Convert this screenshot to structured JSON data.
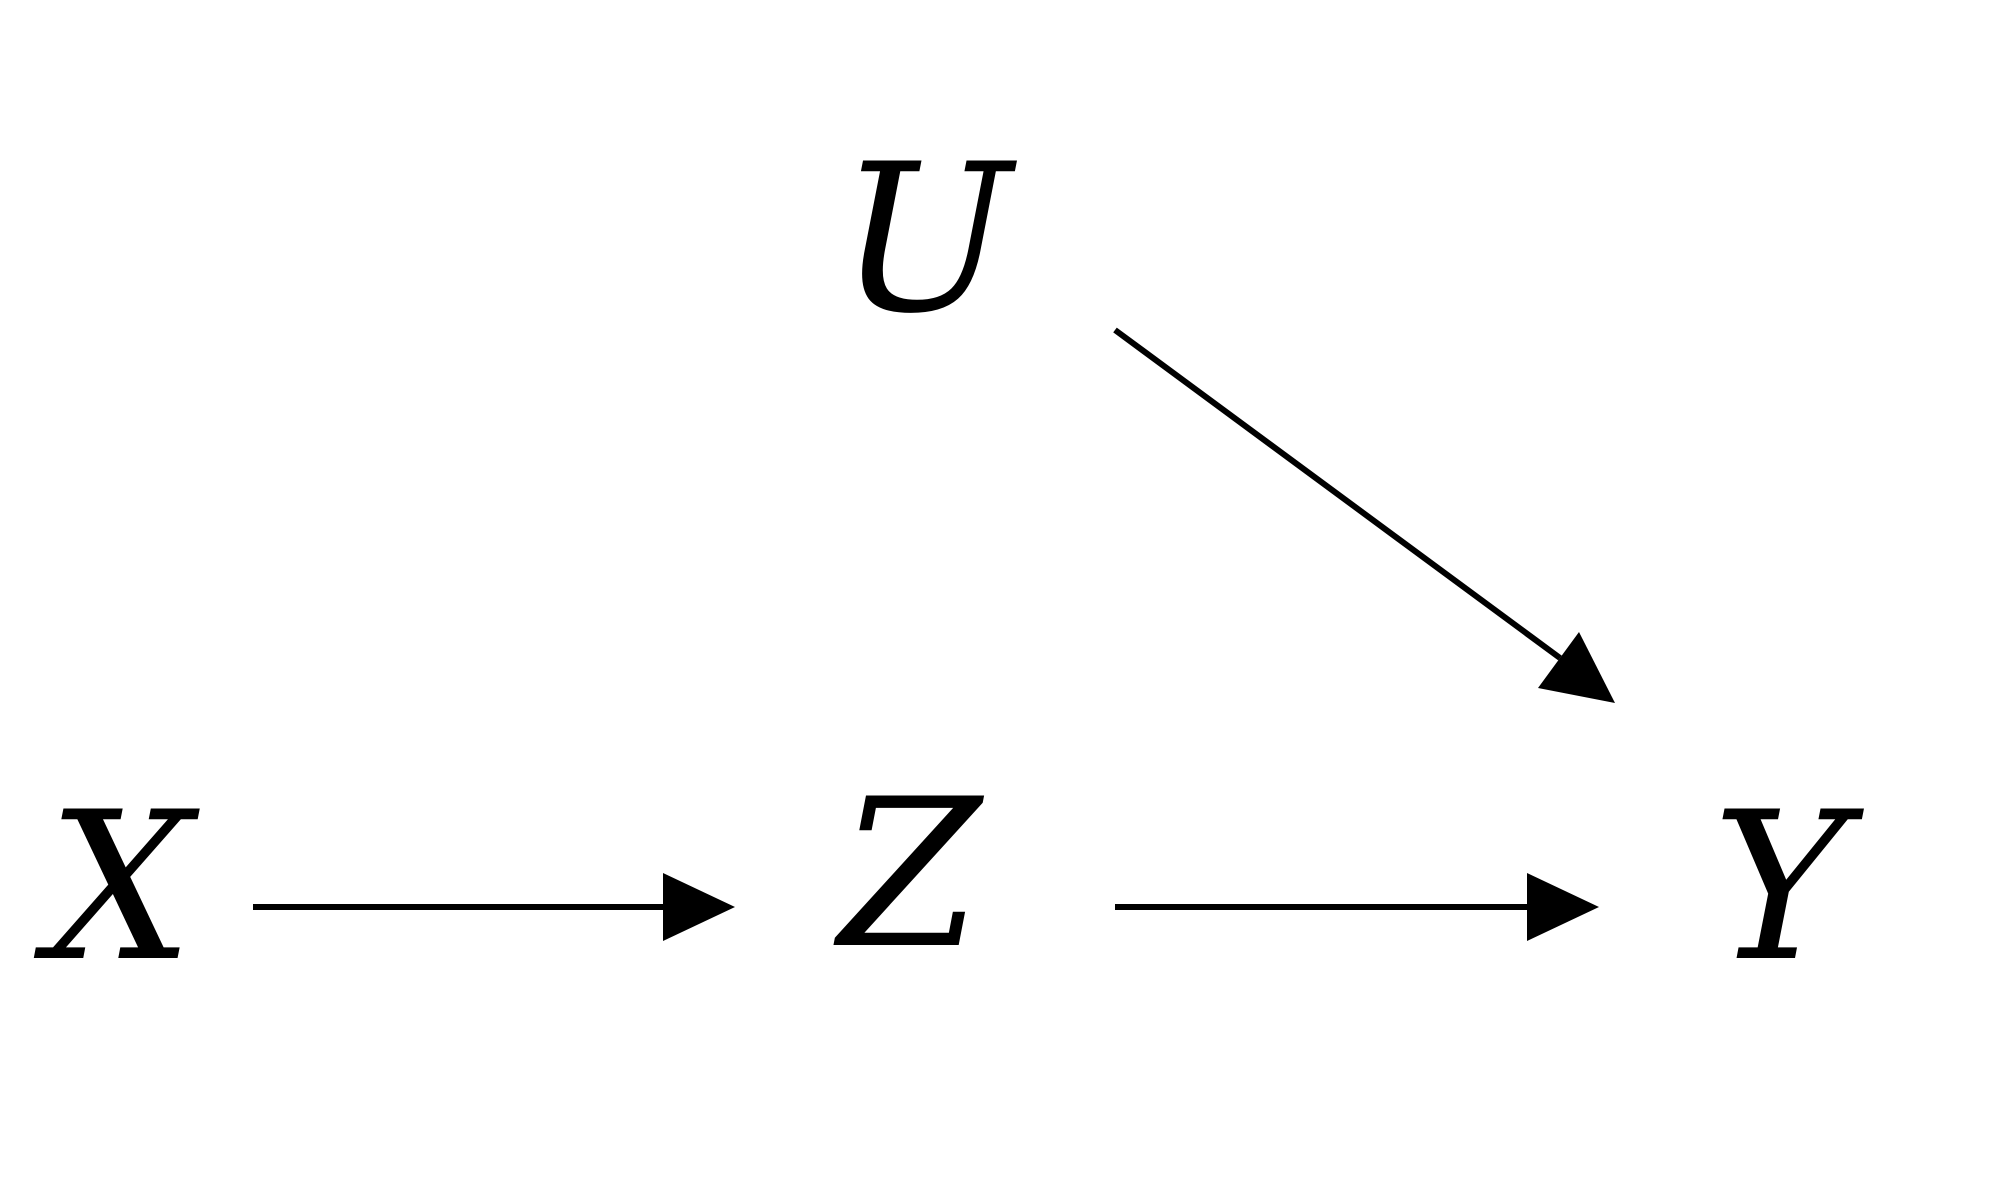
{
  "nodes": {
    "x": {
      "label": "X"
    },
    "z": {
      "label": "Z"
    },
    "y": {
      "label": "Y"
    },
    "u": {
      "label": "U"
    }
  },
  "edges": [
    {
      "from": "X",
      "to": "Z"
    },
    {
      "from": "Z",
      "to": "Y"
    },
    {
      "from": "U",
      "to": "Y"
    }
  ],
  "colors": {
    "ink": "#000000",
    "background": "#ffffff"
  }
}
